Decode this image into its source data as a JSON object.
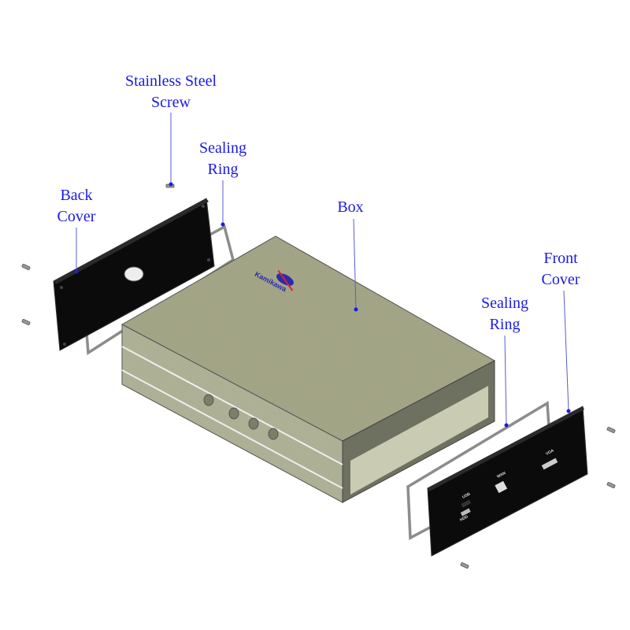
{
  "labels": {
    "screw": {
      "line1": "Stainless Steel",
      "line2": "Screw"
    },
    "sealing_ring_back": {
      "line1": "Sealing",
      "line2": "Ring"
    },
    "back_cover": {
      "line1": "Back",
      "line2": "Cover"
    },
    "box": {
      "line1": "Box"
    },
    "front_cover": {
      "line1": "Front",
      "line2": "Cover"
    },
    "sealing_ring_front": {
      "line1": "Sealing",
      "line2": "Ring"
    }
  },
  "logo": {
    "text": "Kamikawa"
  },
  "ports": {
    "usb": "USB",
    "hdd": "HDD",
    "wan": "WAN",
    "vga": "VGA"
  },
  "colors": {
    "label": "#1a1ae6",
    "box": "#a7a98a",
    "cover": "#0b0b0b",
    "ring": "#9a9a9a"
  }
}
